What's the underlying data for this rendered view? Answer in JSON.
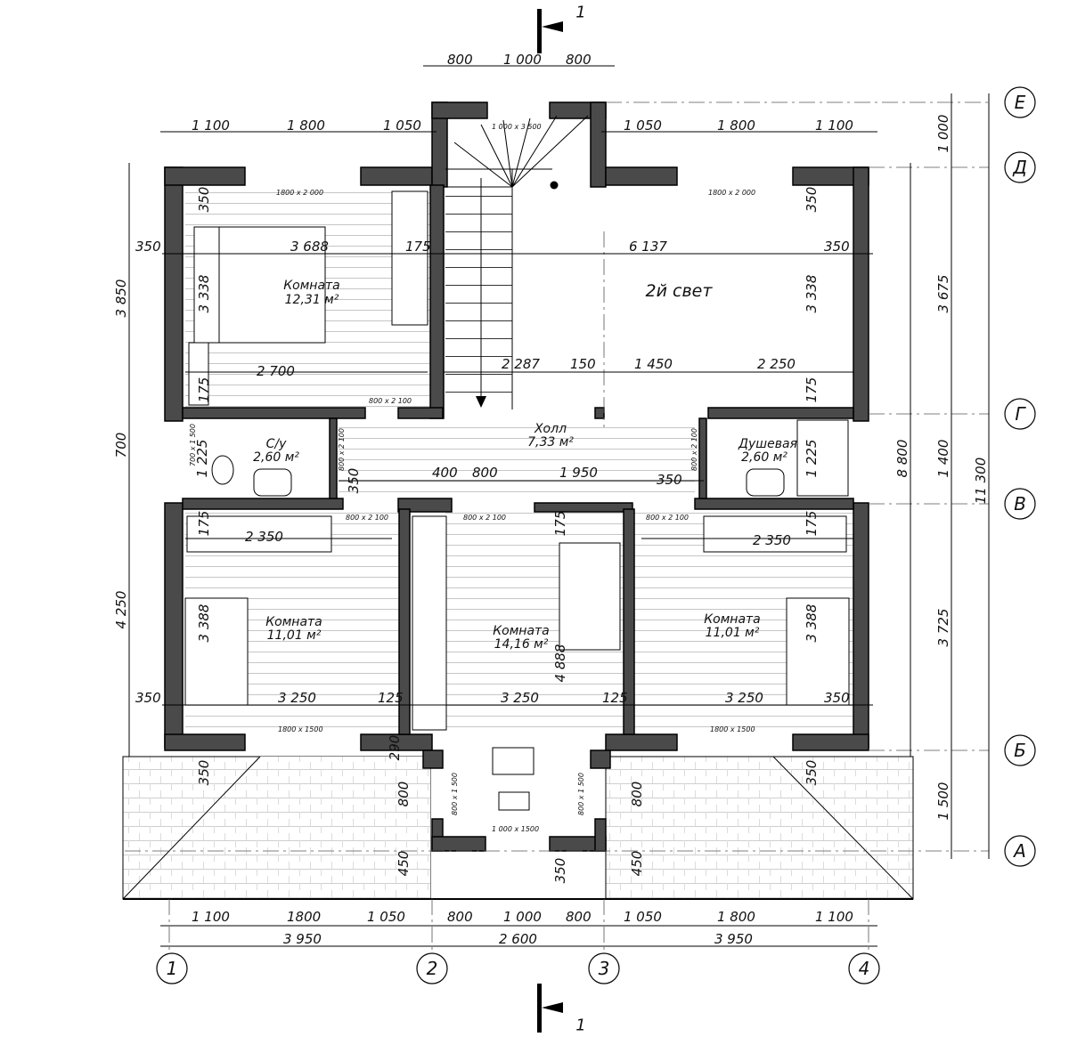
{
  "section_marker": "1",
  "dims_top_small": [
    "800",
    "1 000",
    "800"
  ],
  "dims_top_left": [
    "1 100",
    "1 800",
    "1 050"
  ],
  "dims_top_right": [
    "1 050",
    "1 800",
    "1 100"
  ],
  "dims_bottom_row1": [
    "1 100",
    "1800",
    "1 050",
    "800",
    "1 000",
    "800",
    "1 050",
    "1 800",
    "1 100"
  ],
  "dims_bottom_row2": [
    "3 950",
    "2 600",
    "3 950"
  ],
  "dims_right_inner": [
    "1 000",
    "3 675",
    "1 400",
    "3 725",
    "1 500"
  ],
  "dims_right_outer": [
    "8 800",
    "11 300"
  ],
  "dims_left": [
    "3 850",
    "700",
    "4 250"
  ],
  "axes_columns": [
    "1",
    "2",
    "3",
    "4"
  ],
  "axes_rows": [
    "Е",
    "Д",
    "Г",
    "В",
    "Б",
    "А"
  ],
  "rooms": {
    "bedroom_nw": {
      "name": "Комната",
      "area": "12,31 м²"
    },
    "second_light": {
      "name": "2й свет"
    },
    "hall": {
      "name": "Холл",
      "area": "7,33 м²"
    },
    "wc": {
      "name": "С/у",
      "area": "2,60 м²"
    },
    "shower": {
      "name": "Душевая",
      "area": "2,60 м²"
    },
    "bedroom_sw": {
      "name": "Комната",
      "area": "11,01 м²"
    },
    "bedroom_mid": {
      "name": "Комната",
      "area": "14,16 м²"
    },
    "bedroom_se": {
      "name": "Комната",
      "area": "11,01 м²"
    }
  },
  "inner_dims": {
    "nw_350": "350",
    "nw_3688": "3 688",
    "nw_175": "175",
    "mid_6137": "6 137",
    "ne_350": "350",
    "nw_v350": "350",
    "nw_v3338": "3 338",
    "nw_v175": "175",
    "ne_v350": "350",
    "ne_v3338": "3 338",
    "ne_v175": "175",
    "nw_2700": "2 700",
    "d_2287": "2 287",
    "d_150": "150",
    "d_1450": "1 450",
    "d_2250": "2 250",
    "wc_1225": "1 225",
    "sh_1225": "1 225",
    "h_350a": "350",
    "h_400": "400",
    "h_800": "800",
    "h_1950": "1 950",
    "h_350b": "350",
    "sw_175": "175",
    "sw_2350": "2 350",
    "se_2350": "2 350",
    "se_175": "175",
    "mid_175": "175",
    "sw_3388": "3 388",
    "se_3388": "3 388",
    "mid_4888": "4 888",
    "b_350a": "350",
    "b_3250a": "3 250",
    "b_125a": "125",
    "b_3250b": "3 250",
    "b_125b": "125",
    "b_3250c": "3 250",
    "b_350b": "350",
    "t_350a": "350",
    "t_290": "290",
    "t_800a": "800",
    "t_450a": "450",
    "t_350b": "350",
    "t_800b": "800",
    "t_450b": "450",
    "t_350c": "350"
  },
  "openings": {
    "stair": "1 000 x 3 500",
    "win_nw": "1800 x 2 000",
    "win_ne": "1800 x 2 000",
    "door_nw": "800 x 2 100",
    "win_wc": "700 x 1 500",
    "door_wc": "800 x 2 100",
    "door_sh": "800 x 2 100",
    "door_sw": "800 x 2 100",
    "door_mid": "800 x 2 100",
    "door_se": "800 x 2 100",
    "win_sw": "1800 x 1500",
    "win_se": "1800 x 1500",
    "door_tl": "800 x 1 500",
    "door_tr": "800 x 1 500",
    "door_tb": "1 000 x 1500"
  }
}
